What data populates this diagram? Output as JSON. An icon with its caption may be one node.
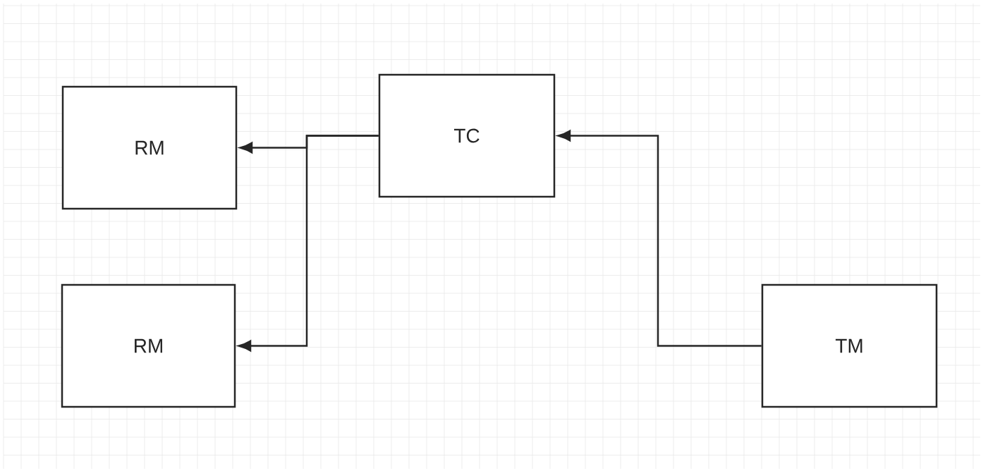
{
  "diagram": {
    "nodes": [
      {
        "text": [
          "RM"
        ]
      },
      {
        "text": [
          "TC"
        ]
      },
      {
        "text": [
          "RM"
        ]
      },
      {
        "text": [
          "TM"
        ]
      }
    ],
    "edges": [
      {
        "from": 1,
        "to": 0,
        "arrow": "to"
      },
      {
        "from": 1,
        "to": 2,
        "arrow": "to"
      },
      {
        "from": 3,
        "to": 1,
        "arrow": "to"
      }
    ]
  }
}
